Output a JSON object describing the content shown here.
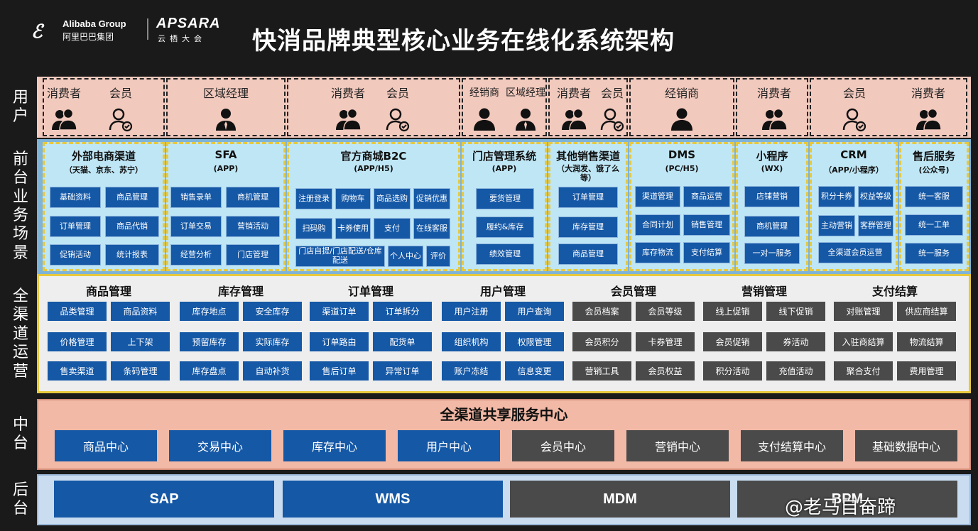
{
  "header": {
    "logo_alibaba_en": "Alibaba Group",
    "logo_alibaba_cn": "阿里巴巴集团",
    "logo_apsara_en": "APSARA",
    "logo_apsara_cn": "云栖大会",
    "title": "快消品牌典型核心业务在线化系统架构"
  },
  "layers": {
    "user": "用户",
    "front": "前台业务场景",
    "ops": "全渠道运营",
    "middle": "中台",
    "back": "后台"
  },
  "user_roles": [
    {
      "label": "消费者",
      "icon": "people-icon"
    },
    {
      "label": "会员",
      "icon": "member-icon"
    },
    {
      "label": "区域经理",
      "icon": "manager-icon"
    },
    {
      "label": "消费者",
      "icon": "people-icon"
    },
    {
      "label": "会员",
      "icon": "member-icon"
    },
    {
      "label": "经销商",
      "icon": "person-icon"
    },
    {
      "label": "区域经理",
      "icon": "manager-icon"
    },
    {
      "label": "消费者",
      "icon": "people-icon"
    },
    {
      "label": "会员",
      "icon": "member-icon"
    },
    {
      "label": "经销商",
      "icon": "person-icon"
    },
    {
      "label": "消费者",
      "icon": "people-icon"
    },
    {
      "label": "会员",
      "icon": "member-icon"
    },
    {
      "label": "消费者",
      "icon": "people-icon"
    }
  ],
  "front": [
    {
      "title": "外部电商渠道",
      "sub": "（天猫、京东、苏宁）",
      "items": [
        "基础资料",
        "商品管理",
        "订单管理",
        "商品代销",
        "促销活动",
        "统计报表"
      ]
    },
    {
      "title": "SFA",
      "sub": "(APP)",
      "items": [
        "销售录单",
        "商机管理",
        "订单交易",
        "营销活动",
        "经营分析",
        "门店管理"
      ]
    },
    {
      "title": "官方商城B2C",
      "sub": "(APP/H5)",
      "items": [
        "注册登录",
        "购物车",
        "商品选购",
        "促销优惠",
        "扫码购",
        "卡券使用",
        "支付",
        "在线客服",
        "门店自提/门店配送/仓库配送",
        "个人中心",
        "评价"
      ]
    },
    {
      "title": "门店管理系统",
      "sub": "(APP)",
      "items": [
        "要货管理",
        "履约&库存",
        "绩效管理"
      ]
    },
    {
      "title": "其他销售渠道",
      "sub": "（大润发、饿了么等）",
      "items": [
        "订单管理",
        "库存管理",
        "商品管理"
      ]
    },
    {
      "title": "DMS",
      "sub": "(PC/H5)",
      "items": [
        "渠道管理",
        "商品运营",
        "合同计划",
        "销售管理",
        "库存物流",
        "支付结算"
      ]
    },
    {
      "title": "小程序",
      "sub": "(WX)",
      "items": [
        "店铺营销",
        "商机管理",
        "一对一服务"
      ]
    },
    {
      "title": "CRM",
      "sub": "（APP/小程序）",
      "items": [
        "积分卡券",
        "权益等级",
        "主动营销",
        "客群管理",
        "全渠道会员运营"
      ]
    },
    {
      "title": "售后服务",
      "sub": "(公众号)",
      "items": [
        "统一客服",
        "统一工单",
        "统一服务"
      ]
    }
  ],
  "ops": [
    {
      "title": "商品管理",
      "color": "#1558a6",
      "items": [
        "品类管理",
        "商品资料",
        "价格管理",
        "上下架",
        "售卖渠道",
        "条码管理"
      ]
    },
    {
      "title": "库存管理",
      "color": "#1558a6",
      "items": [
        "库存地点",
        "安全库存",
        "预留库存",
        "实际库存",
        "库存盘点",
        "自动补货"
      ]
    },
    {
      "title": "订单管理",
      "color": "#1558a6",
      "items": [
        "渠道订单",
        "订单拆分",
        "订单路由",
        "配货单",
        "售后订单",
        "异常订单"
      ]
    },
    {
      "title": "用户管理",
      "color": "#1558a6",
      "items": [
        "用户注册",
        "用户查询",
        "组织机构",
        "权限管理",
        "账户冻结",
        "信息变更"
      ]
    },
    {
      "title": "会员管理",
      "color": "#4a4a4a",
      "items": [
        "会员档案",
        "会员等级",
        "会员积分",
        "卡券管理",
        "营销工具",
        "会员权益"
      ]
    },
    {
      "title": "营销管理",
      "color": "#4a4a4a",
      "items": [
        "线上促销",
        "线下促销",
        "会员促销",
        "券活动",
        "积分活动",
        "充值活动"
      ]
    },
    {
      "title": "支付结算",
      "color": "#4a4a4a",
      "items": [
        "对账管理",
        "供应商结算",
        "入驻商结算",
        "物流结算",
        "聚合支付",
        "费用管理"
      ]
    }
  ],
  "middle": {
    "title": "全渠道共享服务中心",
    "items": [
      {
        "label": "商品中心",
        "color": "#1558a6"
      },
      {
        "label": "交易中心",
        "color": "#1558a6"
      },
      {
        "label": "库存中心",
        "color": "#1558a6"
      },
      {
        "label": "用户中心",
        "color": "#1558a6"
      },
      {
        "label": "会员中心",
        "color": "#4a4a4a"
      },
      {
        "label": "营销中心",
        "color": "#4a4a4a"
      },
      {
        "label": "支付结算中心",
        "color": "#4a4a4a"
      },
      {
        "label": "基础数据中心",
        "color": "#4a4a4a"
      }
    ]
  },
  "back": [
    {
      "label": "SAP",
      "color": "#1558a6"
    },
    {
      "label": "WMS",
      "color": "#1558a6"
    },
    {
      "label": "MDM",
      "color": "#4a4a4a"
    },
    {
      "label": "BPM",
      "color": "#4a4a4a"
    }
  ],
  "watermark": "@老马自奋蹄"
}
